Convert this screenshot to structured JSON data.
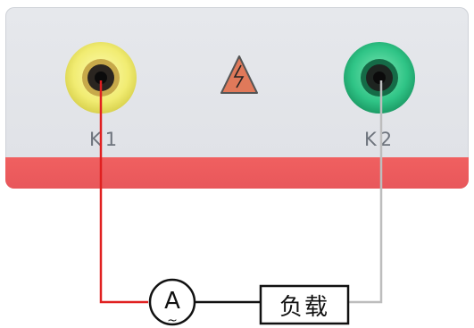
{
  "terminals": [
    {
      "label": "K1",
      "color": "#f3ef7a",
      "role": "yellow-terminal"
    },
    {
      "label": "K2",
      "color": "#35c98a",
      "role": "green-terminal"
    }
  ],
  "warning_symbol": "high-voltage-warning-icon",
  "circuit": {
    "ammeter_label": "A",
    "ammeter_sub": "~",
    "load_label": "负载",
    "wire_colors": {
      "red": "#e02020",
      "gray": "#bdbdbd",
      "black": "#111111"
    }
  }
}
